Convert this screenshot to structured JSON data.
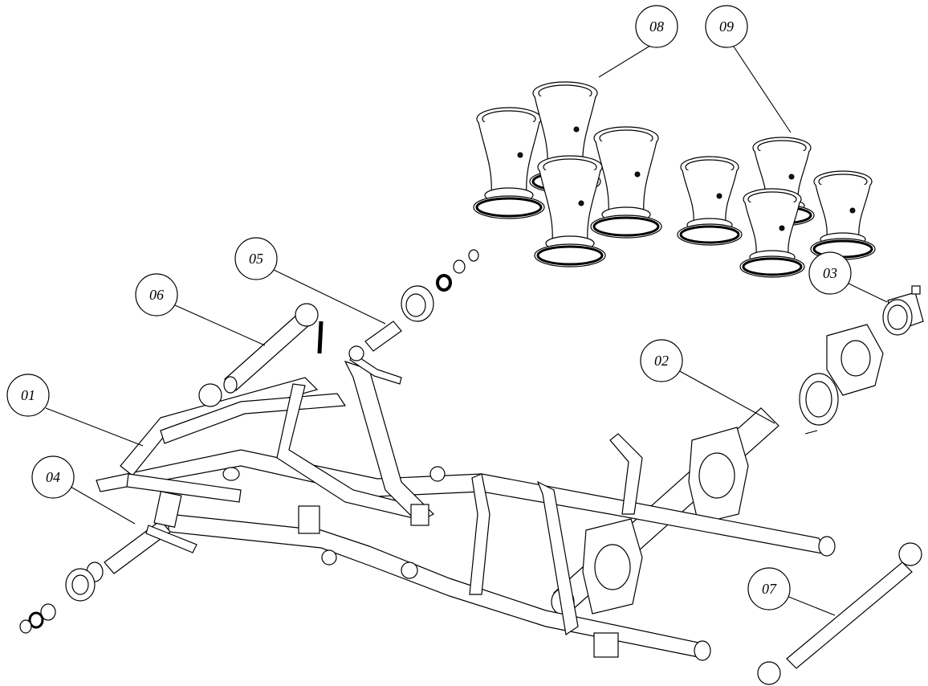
{
  "callouts": [
    {
      "id": "01",
      "label": "01"
    },
    {
      "id": "02",
      "label": "02"
    },
    {
      "id": "03",
      "label": "03"
    },
    {
      "id": "04",
      "label": "04"
    },
    {
      "id": "05",
      "label": "05"
    },
    {
      "id": "06",
      "label": "06"
    },
    {
      "id": "07",
      "label": "07"
    },
    {
      "id": "08",
      "label": "08"
    },
    {
      "id": "09",
      "label": "09"
    }
  ],
  "colors": {
    "line": "#000000",
    "background": "#ffffff",
    "fill": "#ffffff"
  }
}
